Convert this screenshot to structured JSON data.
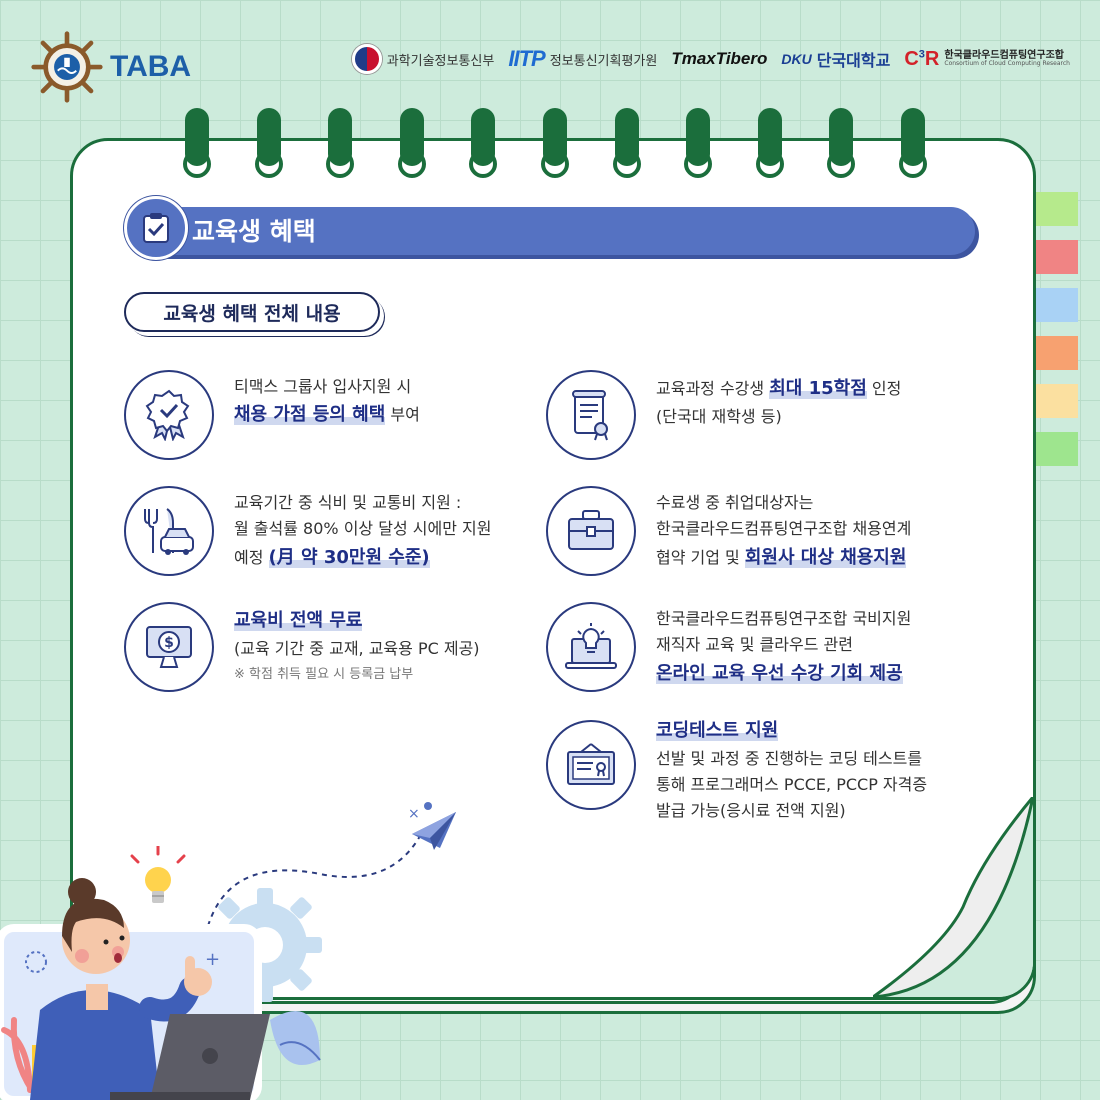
{
  "header": {
    "brand": "TABA",
    "partners": {
      "msit": "과학기술정보통신부",
      "iitp_logo": "IITP",
      "iitp_name": "정보통신기획평가원",
      "tmax": "TmaxTibero",
      "dku_logo": "DKU",
      "dku_name": "단국대학교",
      "c3r_logo": "C",
      "c3r_sup": "3",
      "c3r_r": "R",
      "c3r_ko": "한국클라우드컴퓨팅연구조합",
      "c3r_en": "Consortium of Cloud Computing Research"
    }
  },
  "section": {
    "title": "교육생 혜택",
    "subtitle": "교육생 혜택 전체 내용"
  },
  "items": [
    {
      "icon": "badge-check-icon",
      "line1": "티맥스 그룹사 입사지원 시",
      "hl": "채용 가점 등의 혜택",
      "tail": " 부여"
    },
    {
      "icon": "certificate-scroll-icon",
      "pre": "교육과정 수강생 ",
      "hl": "최대 15학점",
      "tail": " 인정",
      "line2": "(단국대 재학생 등)"
    },
    {
      "icon": "meal-transport-icon",
      "line1": "교육기간 중 식비 및 교통비 지원 :",
      "line2": "월 출석률 80% 이상 달성 시에만 지원",
      "pre": "예정 ",
      "hl": "(月 약 30만원 수준)"
    },
    {
      "icon": "briefcase-icon",
      "line1": "수료생 중 취업대상자는",
      "line2": "한국클라우드컴퓨팅연구조합 채용연계",
      "pre": "협약 기업 및 ",
      "hl": "회원사 대상 채용지원"
    },
    {
      "icon": "monitor-dollar-icon",
      "hl": "교육비 전액 무료",
      "line2": "(교육 기간 중 교재, 교육용 PC 제공)",
      "note": "※ 학점 취득 필요 시 등록금 납부"
    },
    {
      "icon": "laptop-lightbulb-icon",
      "line1": "한국클라우드컴퓨팅연구조합 국비지원",
      "line2": "재직자 교육 및 클라우드 관련",
      "hl": "온라인 교육 우선 수강 기회 제공"
    },
    {
      "icon": "certificate-frame-icon",
      "hl": "코딩테스트 지원",
      "line1": "선발 및 과정 중 진행하는 코딩 테스트를",
      "line2": "통해 프로그래머스 PCCE, PCCP 자격증",
      "line3": "발급 가능(응시료 전액 지원)"
    }
  ],
  "colors": {
    "accent": "#5572c2",
    "highlight": "#1f2f86",
    "frame": "#1b6e3c",
    "tabs": [
      "#b6ea8c",
      "#f08484",
      "#a9d2f5",
      "#f7a170",
      "#fbe0a0",
      "#9ee58e"
    ]
  }
}
